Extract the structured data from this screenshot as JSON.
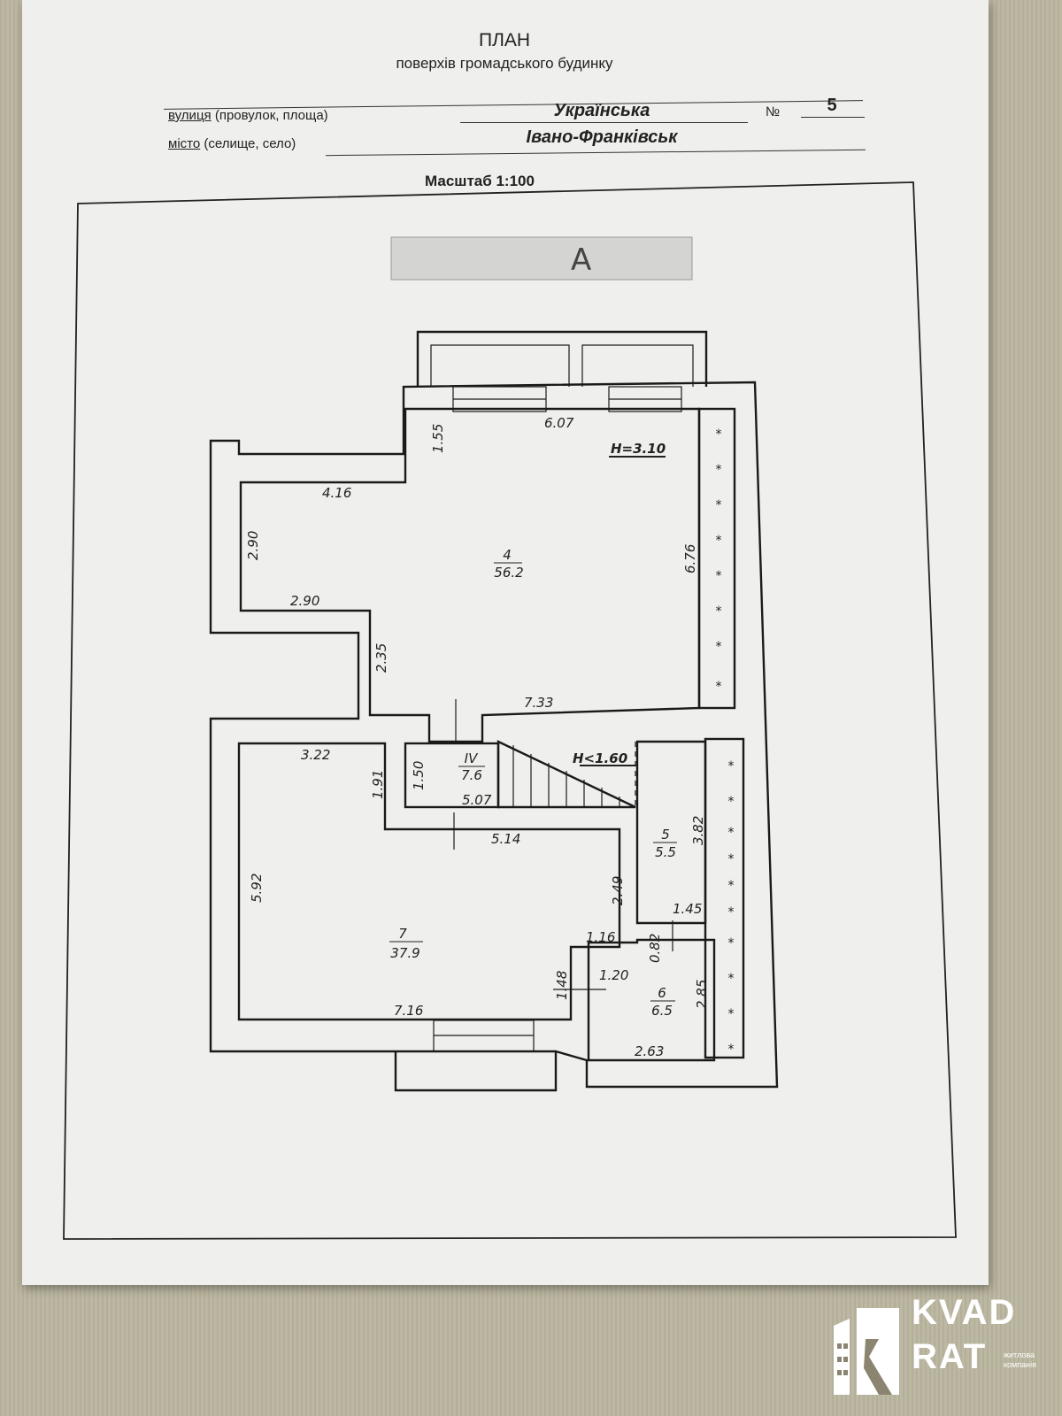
{
  "document": {
    "title": "ПЛАН",
    "subtitle": "поверхів громадського будинку",
    "street_label_main": "вулиця",
    "street_label_rest": " (провулок, площа)",
    "street_value": "Українська",
    "number_label": "№",
    "number_value": "5",
    "city_label_main": "місто",
    "city_label_rest": " (селище, село)",
    "city_value": "Івано-Франківськ",
    "scale": "Масштаб 1:100",
    "stamp_letter": "А"
  },
  "plan": {
    "height_main": "Н=3.10",
    "height_stairs": "Н<1.60",
    "rooms": [
      {
        "number": "4",
        "area": "56.2"
      },
      {
        "number": "IV",
        "area": "7.6"
      },
      {
        "number": "5",
        "area": "5.5"
      },
      {
        "number": "7",
        "area": "37.9"
      },
      {
        "number": "6",
        "area": "6.5"
      }
    ],
    "dimensions": [
      "6.07",
      "1.55",
      "4.16",
      "2.90",
      "2.90",
      "6.76",
      "2.35",
      "7.33",
      "3.22",
      "1.91",
      "1.50",
      "5.07",
      "5.14",
      "3.82",
      "5.92",
      "2.49",
      "1.45",
      "1.16",
      "0.82",
      "1.48",
      "1.20",
      "2.85",
      "7.16",
      "2.63"
    ]
  },
  "watermark": {
    "brand": "KVAD RAT",
    "tagline": "житлова компанія"
  }
}
